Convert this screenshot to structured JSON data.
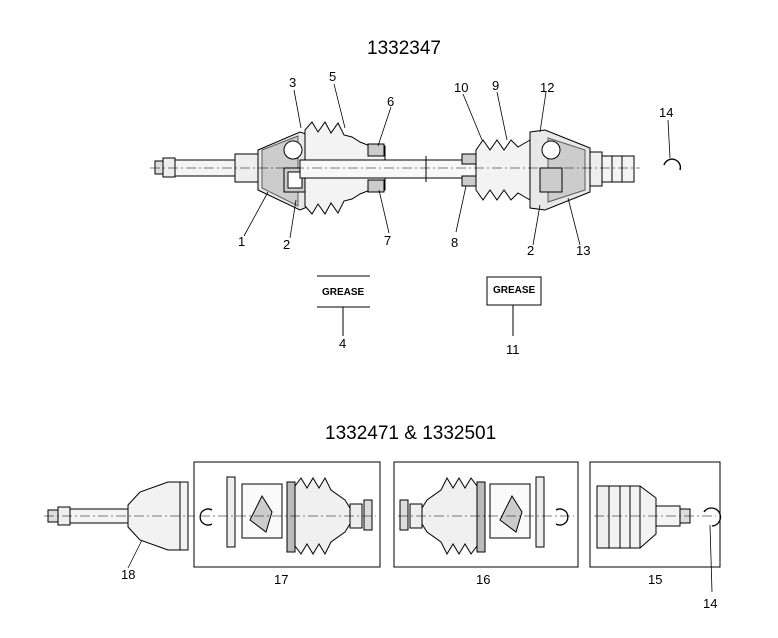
{
  "titles": {
    "top": "1332347",
    "bottom": "1332471 & 1332501"
  },
  "grease_labels": [
    "GREASE",
    "GREASE"
  ],
  "callouts_top": [
    "1",
    "2",
    "3",
    "5",
    "6",
    "7",
    "2",
    "8",
    "9",
    "10",
    "12",
    "13",
    "14",
    "4",
    "11"
  ],
  "callouts_bottom": [
    "18",
    "17",
    "16",
    "15",
    "14"
  ]
}
